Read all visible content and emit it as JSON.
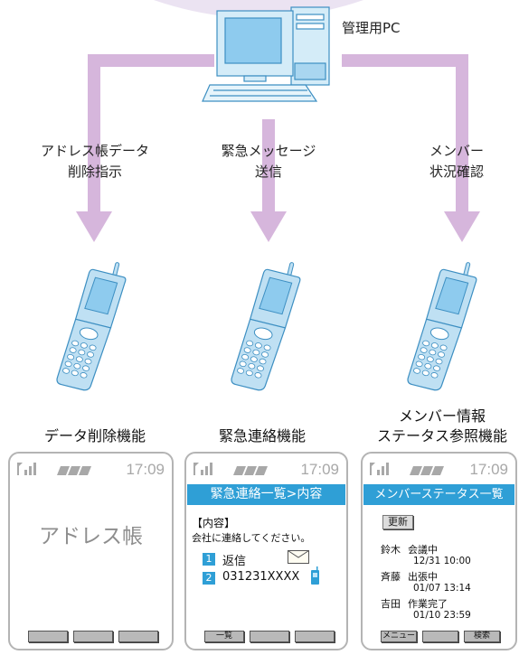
{
  "pc_label": "管理用PC",
  "flows": [
    {
      "line1": "アドレス帳データ",
      "line2": "削除指示"
    },
    {
      "line1": "緊急メッセージ",
      "line2": "送信"
    },
    {
      "line1": "メンバー",
      "line2": "状況確認"
    }
  ],
  "functions": [
    {
      "line1": "データ削除機能",
      "line2": ""
    },
    {
      "line1": "緊急連絡機能",
      "line2": ""
    },
    {
      "line1": "メンバー情報",
      "line2": "ステータス参照機能"
    }
  ],
  "status_time": "17:09",
  "screen1": {
    "center_text": "アドレス帳",
    "softkeys": [
      "",
      "",
      ""
    ]
  },
  "screen2": {
    "header": "緊急連絡一覧>内容",
    "section": "【内容】",
    "message": "会社に連絡してください。",
    "options": [
      {
        "num": "1",
        "label": "返信",
        "icon": "envelope-icon"
      },
      {
        "num": "2",
        "label": "031231XXXX",
        "icon": "phone-icon"
      }
    ],
    "softkeys": [
      "一覧",
      "",
      ""
    ]
  },
  "screen3": {
    "header": "メンバーステータス一覧",
    "update_button": "更新",
    "members": [
      {
        "name": "鈴木",
        "status": "会議中",
        "time": "12/31 10:00"
      },
      {
        "name": "斉藤",
        "status": "出張中",
        "time": "01/07 13:14"
      },
      {
        "name": "吉田",
        "status": "作業完了",
        "time": "01/10 23:59"
      }
    ],
    "softkeys": [
      "メニュー",
      "",
      "検索"
    ]
  },
  "colors": {
    "arrow": "#d6b6dc",
    "accent": "#2f9fd6",
    "phone_body": "#bfe0f3",
    "phone_outline": "#3d8fc2"
  }
}
